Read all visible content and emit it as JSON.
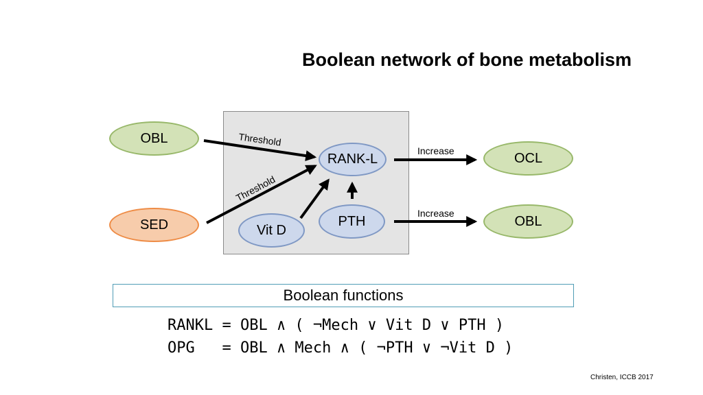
{
  "title": "Boolean network of bone metabolism",
  "nodes": {
    "obl_input": "OBL",
    "sed": "SED",
    "rankl": "RANK-L",
    "vitd": "Vit D",
    "pth": "PTH",
    "ocl": "OCL",
    "obl_output": "OBL"
  },
  "edges": {
    "obl_to_rankl": "Threshold",
    "sed_to_rankl": "Threshold",
    "rankl_to_ocl": "Increase",
    "pth_to_obl": "Increase"
  },
  "functions_header": "Boolean functions",
  "functions": [
    "RANKL = OBL ∧ ( ¬Mech ∨ Vit D ∨ PTH )",
    "OPG   = OBL ∧ Mech ∧ ( ¬PTH ∨ ¬Vit D )"
  ],
  "credit": "Christen, ICCB 2017",
  "colors": {
    "green_fill": "#d3e2b7",
    "orange_fill": "#f7ccab",
    "blue_fill": "#cdd8ec",
    "panel_fill": "#e4e4e4",
    "box_border": "#4f9cb5"
  }
}
